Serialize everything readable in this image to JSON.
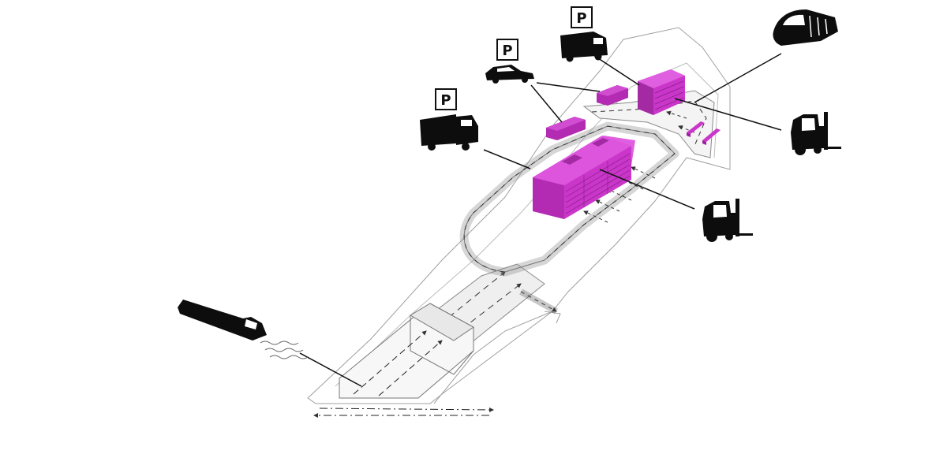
{
  "parking_signs": [
    {
      "label": "P",
      "vehicle": "car-icon"
    },
    {
      "label": "P",
      "vehicle": "van-icon"
    },
    {
      "label": "P",
      "vehicle": "truck-icon"
    }
  ],
  "transport_modes": [
    "barge-icon",
    "car-icon",
    "van-icon",
    "truck-icon",
    "tram-icon",
    "forklift-icon",
    "forklift-icon"
  ],
  "colors": {
    "building": "#c936c9",
    "building_dark": "#9a1f9a",
    "building_light": "#e05ee0",
    "outline": "#9a9a9a",
    "road": "#efefef",
    "silhouette": "#0d0d0d",
    "leader_line": "#111111"
  }
}
